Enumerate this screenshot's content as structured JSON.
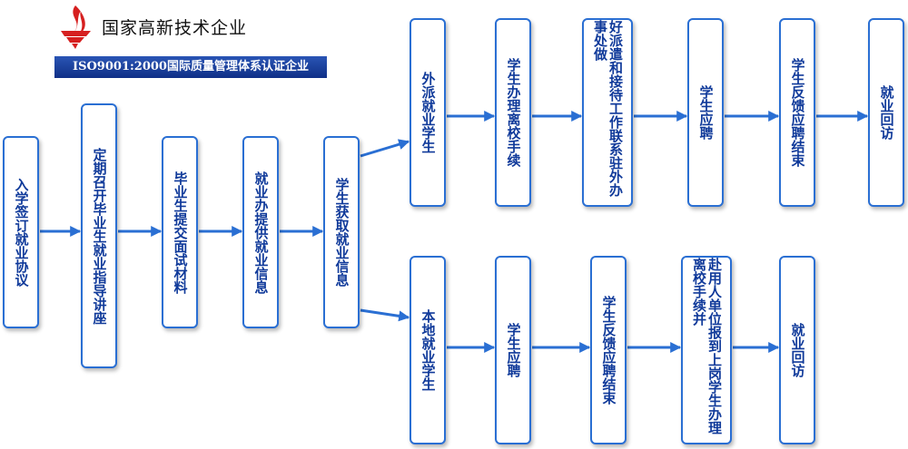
{
  "header": {
    "company": "国家高新技术企业",
    "iso": "ISO9001:2000国际质量管理体系认证企业"
  },
  "colors": {
    "accent": "#2a6fd3",
    "text": "#103a9a",
    "banner": "#1a3f9e",
    "logo": "#d62020"
  },
  "flow": {
    "main": [
      {
        "id": "sign",
        "text": "入学签订就业协议"
      },
      {
        "id": "lecture",
        "text": "定期召开毕业生就业指导讲座"
      },
      {
        "id": "submit",
        "text": "毕业生提交面试材料"
      },
      {
        "id": "office",
        "text": "就业办提供就业信息"
      },
      {
        "id": "info",
        "text": "学生获取就业信息"
      }
    ],
    "upper": [
      {
        "id": "dispatched",
        "text": "外派就业学生"
      },
      {
        "id": "leave-upper",
        "text": "学生办理离校手续"
      },
      {
        "id": "contact",
        "text": "好派遣和接待工作联系驻外办事处做"
      },
      {
        "id": "apply-upper",
        "text": "学生应聘"
      },
      {
        "id": "feedback-upper",
        "text": "学生反馈应聘结束"
      },
      {
        "id": "visit-upper",
        "text": "就业回访"
      }
    ],
    "lower": [
      {
        "id": "local",
        "text": "本地就业学生"
      },
      {
        "id": "apply-lower",
        "text": "学生应聘"
      },
      {
        "id": "feedback-lower",
        "text": "学生反馈应聘结束"
      },
      {
        "id": "report",
        "text": "赴用人单位报到上岗学生办理离校手续并"
      },
      {
        "id": "visit-lower",
        "text": "就业回访"
      }
    ]
  }
}
